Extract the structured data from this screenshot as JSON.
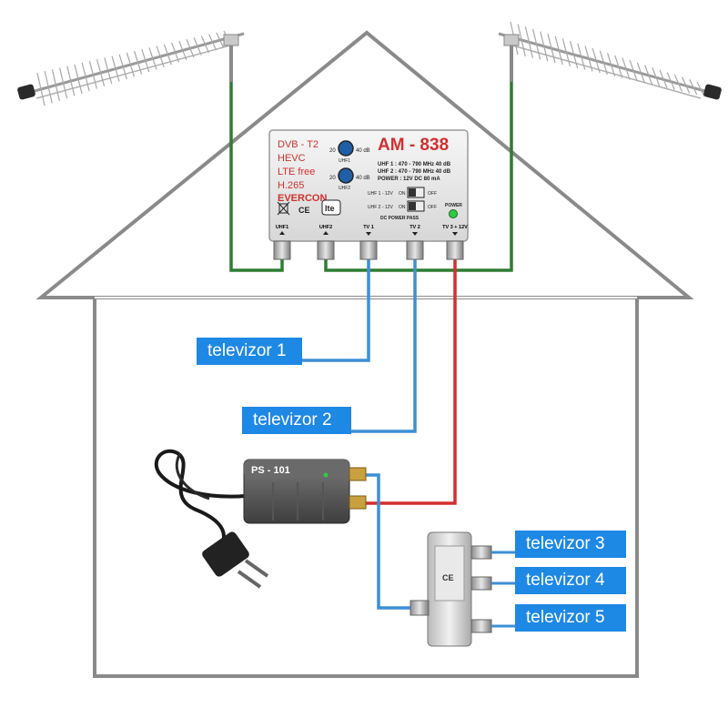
{
  "colors": {
    "house_outline": "#8a8a8a",
    "cable_green": "#2e7d32",
    "cable_blue": "#3d8fd6",
    "cable_red": "#d32f2f",
    "label_bg": "#1e88e5",
    "label_text": "#ffffff",
    "brand_red": "#d32f2f"
  },
  "amplifier": {
    "left_lines": [
      "DVB - T2",
      "HEVC",
      "LTE free",
      "H.265"
    ],
    "brand": "EVERCON",
    "model": "AM - 838",
    "specs": [
      "UHF 1 : 470 - 790 MHz 40 dB",
      "UHF 2 : 470 - 790 MHz 40 dB",
      "POWER : 12V DC 80 mA"
    ],
    "knob1": {
      "min": "20",
      "max": "40 dB",
      "label": "UHF1"
    },
    "knob2": {
      "min": "20",
      "max": "40 dB",
      "label": "UHF2"
    },
    "switches": [
      {
        "label": "UHF 1 - 12V",
        "on": "ON",
        "off": "OFF"
      },
      {
        "label": "UHF 2 - 12V",
        "on": "ON",
        "off": "OFF"
      }
    ],
    "power_label": "POWER",
    "dc_pass_label": "DC POWER PASS",
    "logo_lte": "lte",
    "ports": [
      "UHF1",
      "UHF2",
      "TV 1",
      "TV 2",
      "TV 3 + 12V"
    ]
  },
  "psu": {
    "label": "PS - 101"
  },
  "tv_labels": [
    "televizor 1",
    "televizor 2",
    "televizor 3",
    "televizor 4",
    "televizor 5"
  ]
}
